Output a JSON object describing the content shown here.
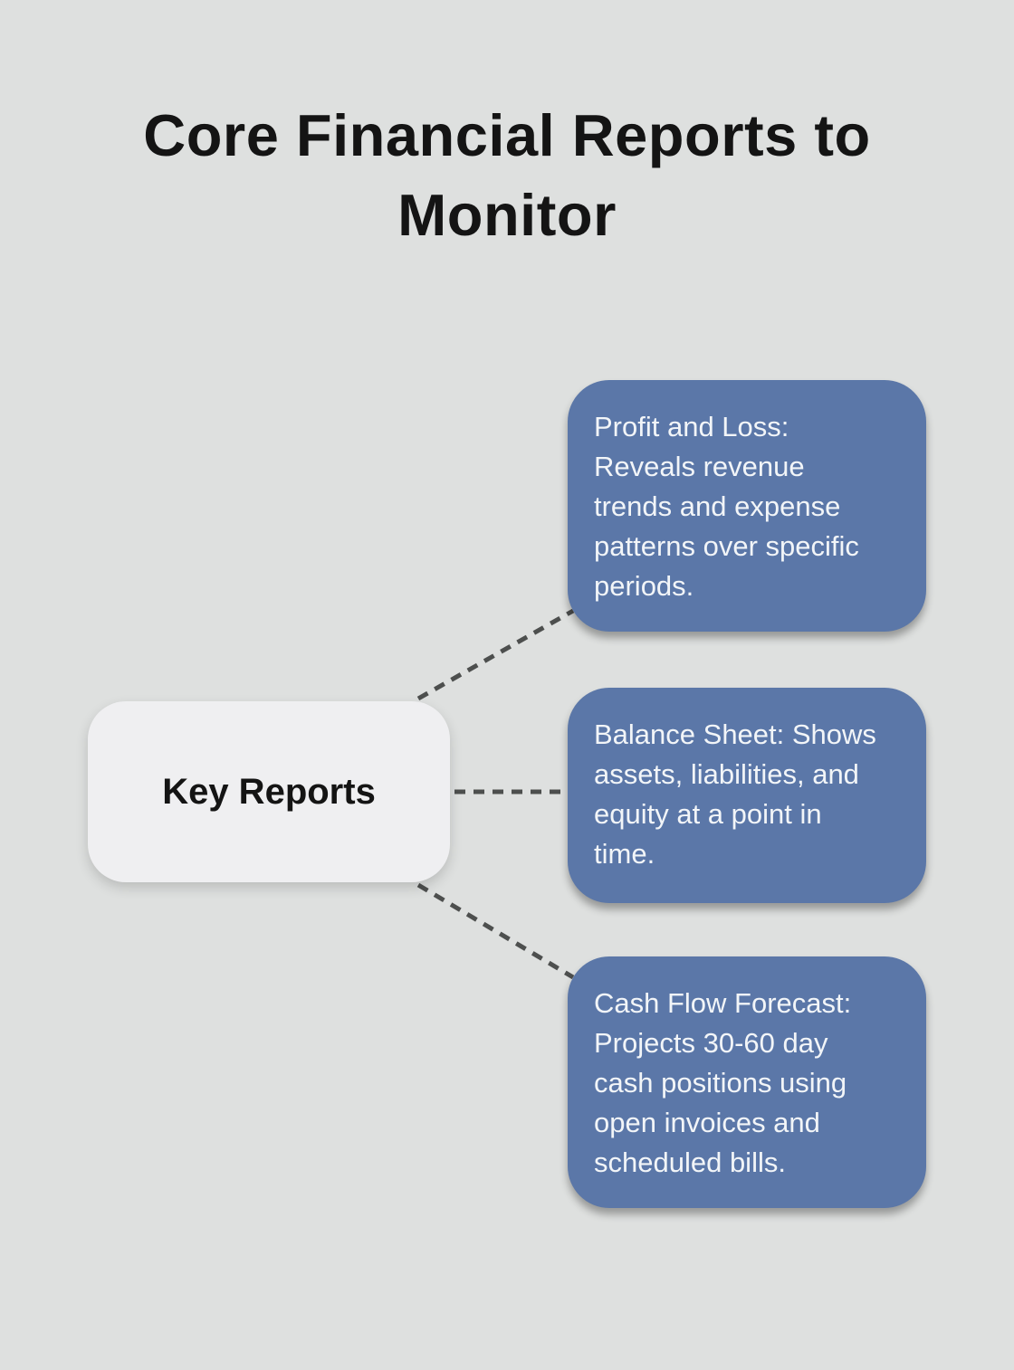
{
  "page": {
    "title": "Core Financial Reports to Monitor"
  },
  "diagram": {
    "root_label": "Key Reports",
    "branches": [
      {
        "text": "Profit and Loss: Reveals revenue trends and expense patterns over specific periods."
      },
      {
        "text": "Balance Sheet: Shows assets, liabilities, and equity at a point in time."
      },
      {
        "text": "Cash Flow Forecast: Projects 30-60 day cash positions using open invoices and scheduled bills."
      }
    ],
    "colors": {
      "background": "#dee0df",
      "branch_fill": "#5b77a8",
      "branch_text": "#f2f5f8",
      "root_fill": "#efeff1",
      "root_text": "#141414",
      "connector": "#4d4f4e"
    }
  }
}
